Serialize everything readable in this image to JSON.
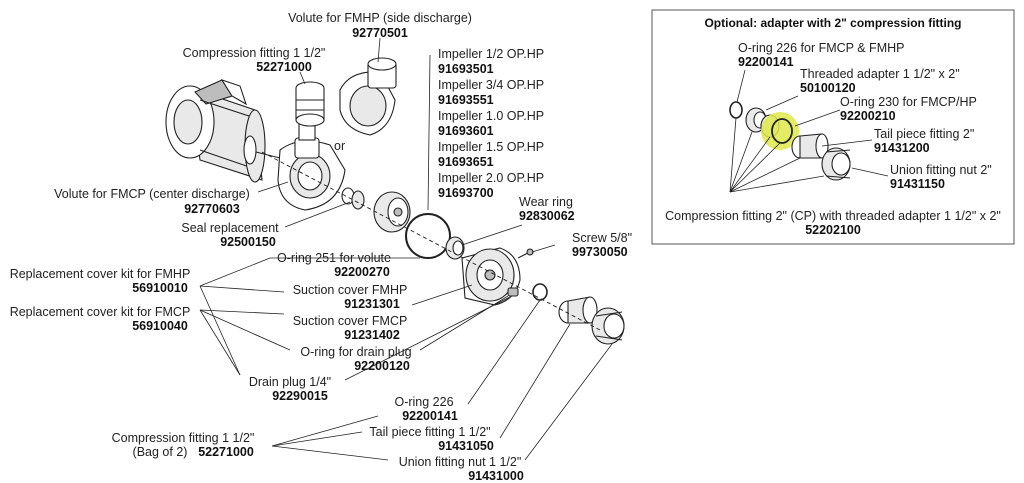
{
  "colors": {
    "highlight": "#dfe94a",
    "ink": "#222222"
  },
  "callouts": {
    "volute_fmhp": {
      "label": "Volute for FMHP (side discharge)",
      "part": "92770501"
    },
    "compression_fitting_top": {
      "label": "Compression fitting 1 1/2\"",
      "part": "52271000"
    },
    "or_text": "or",
    "impellers": [
      {
        "label": "Impeller 1/2 OP.HP",
        "part": "91693501"
      },
      {
        "label": "Impeller 3/4 OP.HP",
        "part": "91693551"
      },
      {
        "label": "Impeller 1.0 OP.HP",
        "part": "91693601"
      },
      {
        "label": "Impeller 1.5 OP.HP",
        "part": "91693651"
      },
      {
        "label": "Impeller 2.0 OP.HP",
        "part": "91693700"
      }
    ],
    "volute_fmcp": {
      "label": "Volute for FMCP (center discharge)",
      "part": "92770603"
    },
    "seal_replacement": {
      "label": "Seal replacement",
      "part": "92500150"
    },
    "wear_ring": {
      "label": "Wear ring",
      "part": "92830062"
    },
    "screw": {
      "label": "Screw 5/8\"",
      "part": "99730050"
    },
    "oring_251": {
      "label": "O-ring 251 for volute",
      "part": "92200270"
    },
    "cover_kit_fmhp": {
      "label": "Replacement cover kit for FMHP",
      "part": "56910010"
    },
    "cover_kit_fmcp": {
      "label": "Replacement cover kit for FMCP",
      "part": "56910040"
    },
    "suction_fmhp": {
      "label": "Suction cover FMHP",
      "part": "91231301"
    },
    "suction_fmcp": {
      "label": "Suction cover FMCP",
      "part": "91231402"
    },
    "oring_drain": {
      "label": "O-ring for drain plug",
      "part": "92200120"
    },
    "drain_plug": {
      "label": "Drain plug 1/4\"",
      "part": "92290015"
    },
    "oring_226": {
      "label": "O-ring 226",
      "part": "92200141"
    },
    "tail_piece_15": {
      "label": "Tail piece fitting 1 1/2\"",
      "part": "91431050"
    },
    "union_nut_15": {
      "label": "Union fitting nut 1 1/2\"",
      "part": "91431000"
    },
    "compression_bag": {
      "label": "Compression fitting 1 1/2\"",
      "label2": "(Bag of 2)",
      "part": "52271000"
    }
  },
  "optional": {
    "title": "Optional: adapter with 2\" compression fitting",
    "oring_226": {
      "label": "O-ring 226 for FMCP & FMHP",
      "part": "92200141"
    },
    "threaded_adapter": {
      "label": "Threaded adapter 1 1/2\" x 2\"",
      "part": "50100120"
    },
    "oring_230": {
      "label": "O-ring 230 for FMCP/HP",
      "part": "92200210"
    },
    "tail_piece_2": {
      "label": "Tail piece fitting 2\"",
      "part": "91431200"
    },
    "union_nut_2": {
      "label": "Union fitting nut 2\"",
      "part": "91431150"
    },
    "compression_cp": {
      "label": "Compression fitting 2\" (CP) with threaded adapter 1 1/2\" x 2\"",
      "part": "52202100"
    }
  }
}
